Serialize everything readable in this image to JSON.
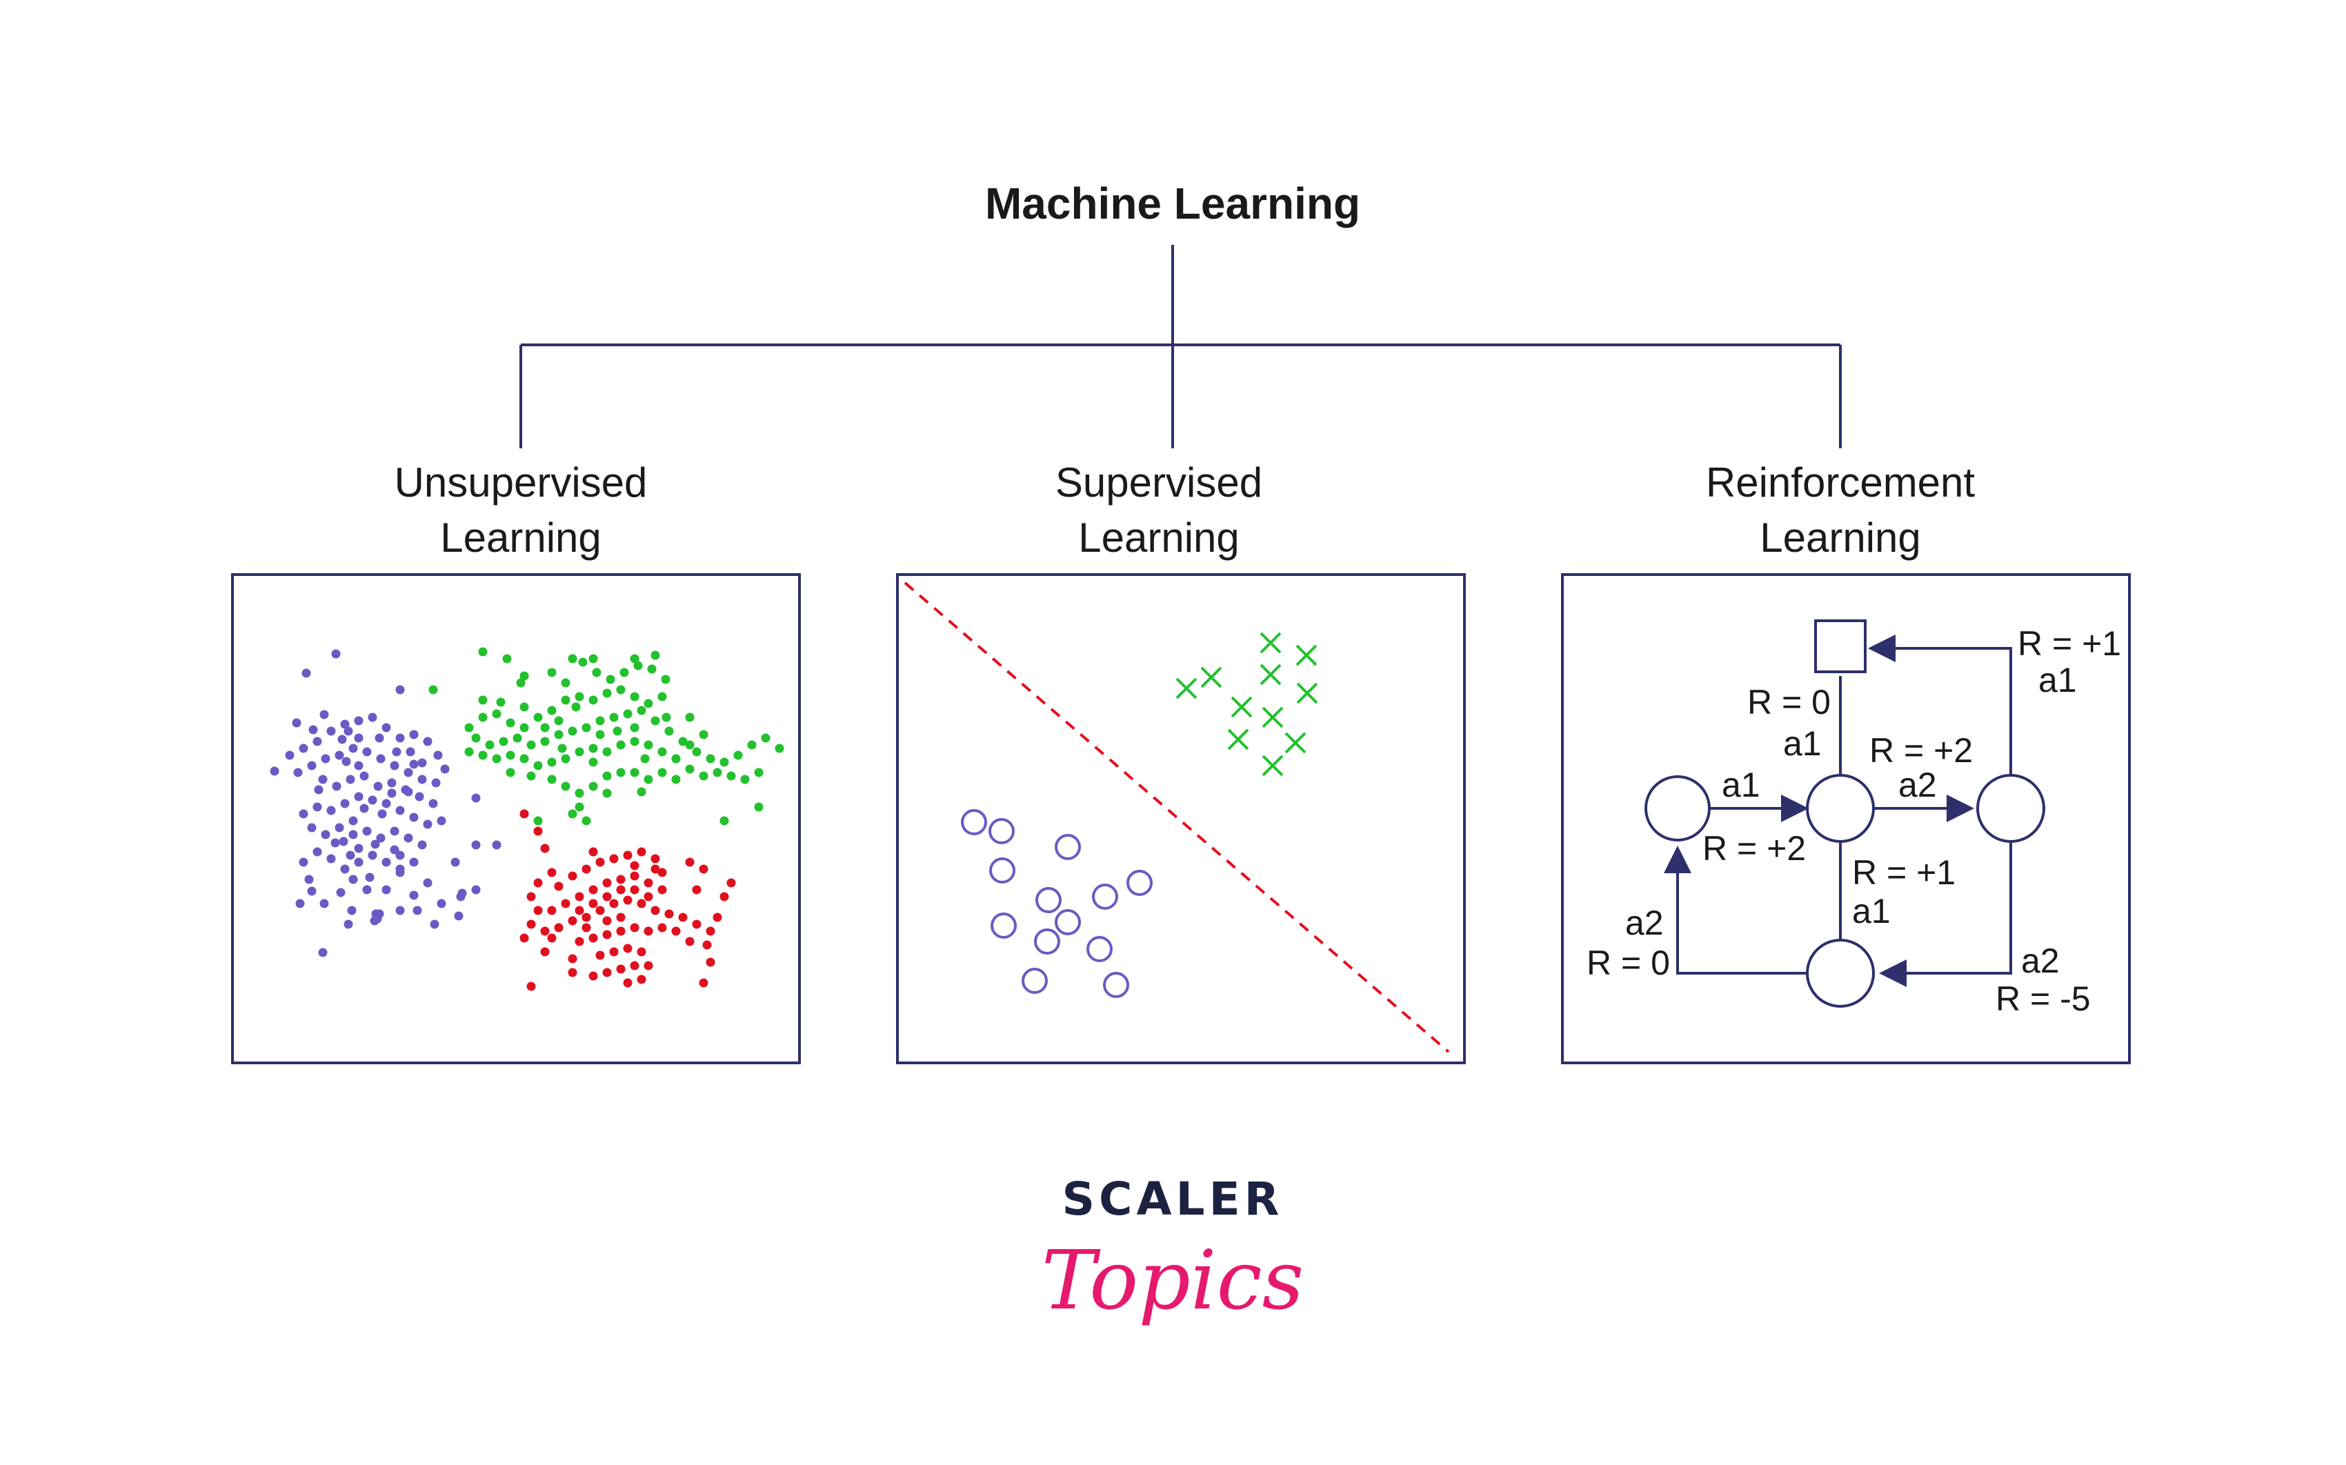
{
  "title": "Machine Learning",
  "branches": [
    {
      "line1": "Unsupervised",
      "line2": "Learning"
    },
    {
      "line1": "Supervised",
      "line2": "Learning"
    },
    {
      "line1": "Reinforcement",
      "line2": "Learning"
    }
  ],
  "reinforcement_labels": {
    "top_right_reward": "R = +1",
    "top_right_action": "a1",
    "top_reward": "R = 0",
    "top_action": "a1",
    "left_action": "a1",
    "left_reward": "R = +2",
    "right_reward": "R = +2",
    "right_action": "a2",
    "down_reward": "R = +1",
    "down_action": "a1",
    "bottom_left_action": "a2",
    "bottom_left_reward": "R = 0",
    "bottom_right_action": "a2",
    "bottom_right_reward": "R = -5"
  },
  "brand": {
    "top": "SCALER",
    "bottom": "Topics"
  },
  "colors": {
    "frame": "#2e2f6b",
    "cluster_purple": "#6a5ac4",
    "cluster_green": "#22c12d",
    "cluster_red": "#e0101f",
    "boundary": "#e0101f",
    "brand_dark": "#1c2240",
    "brand_pink": "#e6196e"
  }
}
